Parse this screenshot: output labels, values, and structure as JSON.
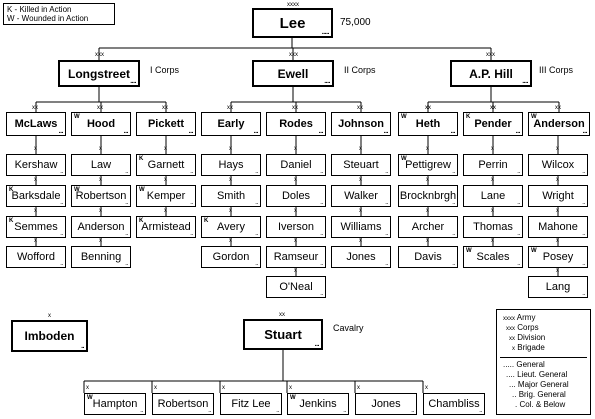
{
  "legend_top": {
    "k_line": "K - Killed in Action",
    "w_line": "W - Wounded in Action"
  },
  "army": {
    "name": "Lee",
    "symbol": "xxxx",
    "strength": "75,000"
  },
  "corps": [
    {
      "name": "Longstreet",
      "note": "I Corps",
      "symbol": "xxx"
    },
    {
      "name": "Ewell",
      "note": "II Corps",
      "symbol": "xxx"
    },
    {
      "name": "A.P. Hill",
      "note": "III Corps",
      "symbol": "xxx"
    }
  ],
  "divisions": [
    {
      "name": "McLaws",
      "marker": "",
      "symbol": "xx"
    },
    {
      "name": "Hood",
      "marker": "W",
      "symbol": "xx"
    },
    {
      "name": "Pickett",
      "marker": "",
      "symbol": "xx"
    },
    {
      "name": "Early",
      "marker": "",
      "symbol": "xx"
    },
    {
      "name": "Rodes",
      "marker": "",
      "symbol": "xx"
    },
    {
      "name": "Johnson",
      "marker": "",
      "symbol": "xx"
    },
    {
      "name": "Heth",
      "marker": "W",
      "symbol": "xx"
    },
    {
      "name": "Pender",
      "marker": "K",
      "symbol": "xx"
    },
    {
      "name": "Anderson",
      "marker": "W",
      "symbol": "xx"
    }
  ],
  "brigades": [
    [
      "Kershaw",
      "Barksdale",
      "Semmes",
      "Wofford"
    ],
    [
      "Law",
      "Robertson",
      "Anderson",
      "Benning"
    ],
    [
      "Garnett",
      "Kemper",
      "Armistead"
    ],
    [
      "Hays",
      "Smith",
      "Avery",
      "Gordon"
    ],
    [
      "Daniel",
      "Doles",
      "Iverson",
      "Ramseur",
      "O'Neal"
    ],
    [
      "Steuart",
      "Walker",
      "Williams",
      "Jones"
    ],
    [
      "Pettigrew",
      "Brocknbrgh",
      "Archer",
      "Davis"
    ],
    [
      "Perrin",
      "Lane",
      "Thomas",
      "Scales"
    ],
    [
      "Wilcox",
      "Wright",
      "Mahone",
      "Posey",
      "Lang"
    ]
  ],
  "brigade_markers": [
    [
      "",
      "K",
      "K",
      ""
    ],
    [
      "",
      "W",
      "",
      ""
    ],
    [
      "K",
      "W",
      "K"
    ],
    [
      "",
      "",
      "K",
      ""
    ],
    [
      "",
      "",
      "",
      "",
      ""
    ],
    [
      "",
      "",
      "",
      ""
    ],
    [
      "W",
      "",
      "",
      ""
    ],
    [
      "",
      "",
      "",
      "W"
    ],
    [
      "",
      "",
      "",
      "W",
      ""
    ]
  ],
  "brigade_symbol": "x",
  "imboden": {
    "name": "Imboden",
    "symbol": "x"
  },
  "stuart": {
    "name": "Stuart",
    "note": "Cavalry",
    "symbol": "xx"
  },
  "cavalry": [
    {
      "name": "Hampton",
      "marker": "W",
      "symbol": "x"
    },
    {
      "name": "Robertson",
      "marker": "",
      "symbol": "x"
    },
    {
      "name": "Fitz Lee",
      "marker": "",
      "symbol": "x"
    },
    {
      "name": "Jenkins",
      "marker": "W",
      "symbol": "x"
    },
    {
      "name": "Jones",
      "marker": "",
      "symbol": "x"
    },
    {
      "name": "Chambliss",
      "marker": "",
      "symbol": "x"
    }
  ],
  "legend_br": {
    "units": [
      {
        "sym": "xxxx",
        "label": "Army"
      },
      {
        "sym": "xxx",
        "label": "Corps"
      },
      {
        "sym": "xx",
        "label": "Division"
      },
      {
        "sym": "x",
        "label": "Brigade"
      }
    ],
    "ranks": [
      {
        "dots": ".....",
        "label": "General"
      },
      {
        "dots": "....",
        "label": "Lieut. General"
      },
      {
        "dots": "...",
        "label": "Major General"
      },
      {
        "dots": "..",
        "label": "Brig. General"
      },
      {
        "dots": ".",
        "label": "Col. & Below"
      }
    ]
  },
  "rank_dots": {
    "general": ".....",
    "lieut_general": "....",
    "major_general": "...",
    "brig_general": ".."
  }
}
